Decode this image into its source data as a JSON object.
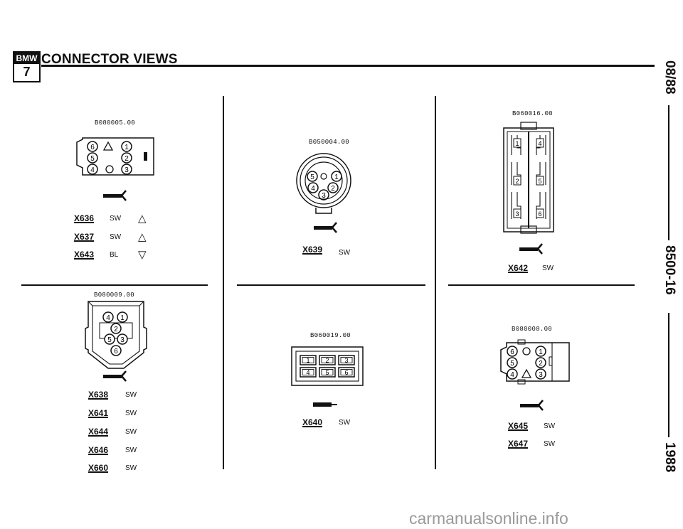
{
  "header": {
    "logo_text": "BMW",
    "logo_number": "7",
    "title": "CONNECTOR VIEWS"
  },
  "sidebar": {
    "date": "08/88",
    "page_number": "8500-16",
    "year": "1988"
  },
  "panels": {
    "p1": {
      "code": "B080005.00",
      "pins": [
        "6",
        "1",
        "5",
        "2",
        "4",
        "3"
      ],
      "rows": [
        {
          "id": "X636",
          "color": "SW",
          "symbol": "△"
        },
        {
          "id": "X637",
          "color": "SW",
          "symbol": "△"
        },
        {
          "id": "X643",
          "color": "BL",
          "symbol": "▽"
        }
      ]
    },
    "p2": {
      "code": "B050004.00",
      "pins": [
        "5",
        "1",
        "4",
        "2",
        "3"
      ],
      "rows": [
        {
          "id": "X639",
          "color": "SW"
        }
      ]
    },
    "p3": {
      "code": "B060016.00",
      "pins": [
        "1",
        "4",
        "2",
        "5",
        "3",
        "6"
      ],
      "rows": [
        {
          "id": "X642",
          "color": "SW"
        }
      ]
    },
    "p4": {
      "code": "B080009.00",
      "pins": [
        "4",
        "1",
        "2",
        "5",
        "3",
        "6"
      ],
      "rows": [
        {
          "id": "X638",
          "color": "SW"
        },
        {
          "id": "X641",
          "color": "SW"
        },
        {
          "id": "X644",
          "color": "SW"
        },
        {
          "id": "X646",
          "color": "SW"
        },
        {
          "id": "X660",
          "color": "SW"
        }
      ]
    },
    "p5": {
      "code": "B060019.00",
      "pins": [
        "1",
        "2",
        "3",
        "4",
        "5",
        "6"
      ],
      "rows": [
        {
          "id": "X640",
          "color": "SW"
        }
      ]
    },
    "p6": {
      "code": "B080008.00",
      "pins": [
        "6",
        "1",
        "5",
        "2",
        "4",
        "3"
      ],
      "rows": [
        {
          "id": "X645",
          "color": "SW"
        },
        {
          "id": "X647",
          "color": "SW"
        }
      ]
    }
  },
  "watermark": "carmanualsonline.info"
}
